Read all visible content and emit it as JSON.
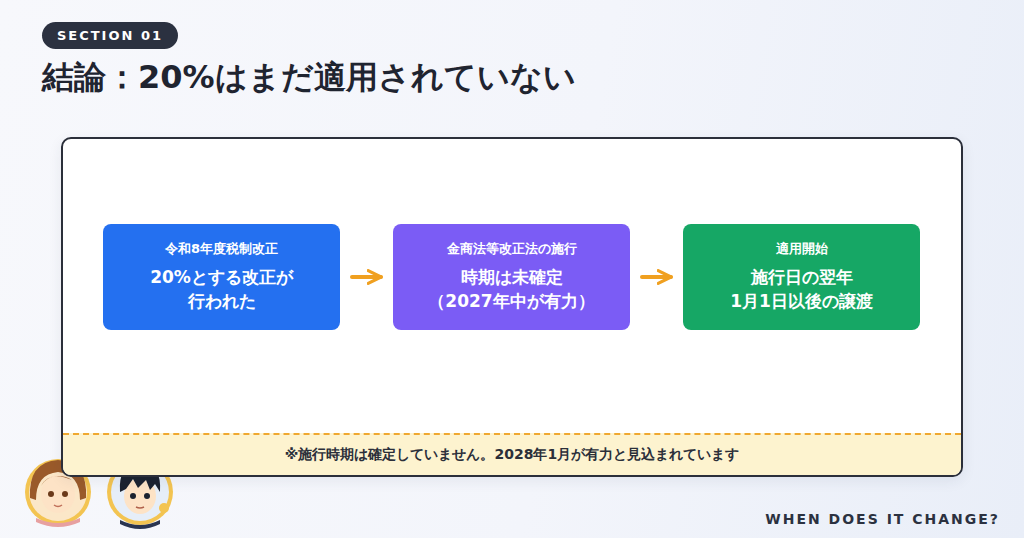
{
  "diagram": {
    "title": "結論：20%はまだ適用されていない",
    "nodes": [
      {
        "text": [
          "SECTION 01"
        ]
      },
      {
        "text": [
          "令和8年度税制改正",
          "20%とする改正が 行われた"
        ]
      },
      {
        "text": [
          "金商法等改正法の施行",
          "時期は未確定 （2027年中が有力）"
        ]
      },
      {
        "text": [
          "適用開始",
          "施行日の翌年 1月1日以後の譲渡"
        ]
      },
      {
        "text": [
          "※施行時期は確定していません。2028年1月が有力と見込まれています"
        ]
      }
    ],
    "edges": [
      {
        "from": 1,
        "to": 2,
        "arrow": "to"
      },
      {
        "from": 2,
        "to": 3,
        "arrow": "to"
      }
    ],
    "labels": [
      "WHEN DOES IT CHANGE?"
    ]
  }
}
